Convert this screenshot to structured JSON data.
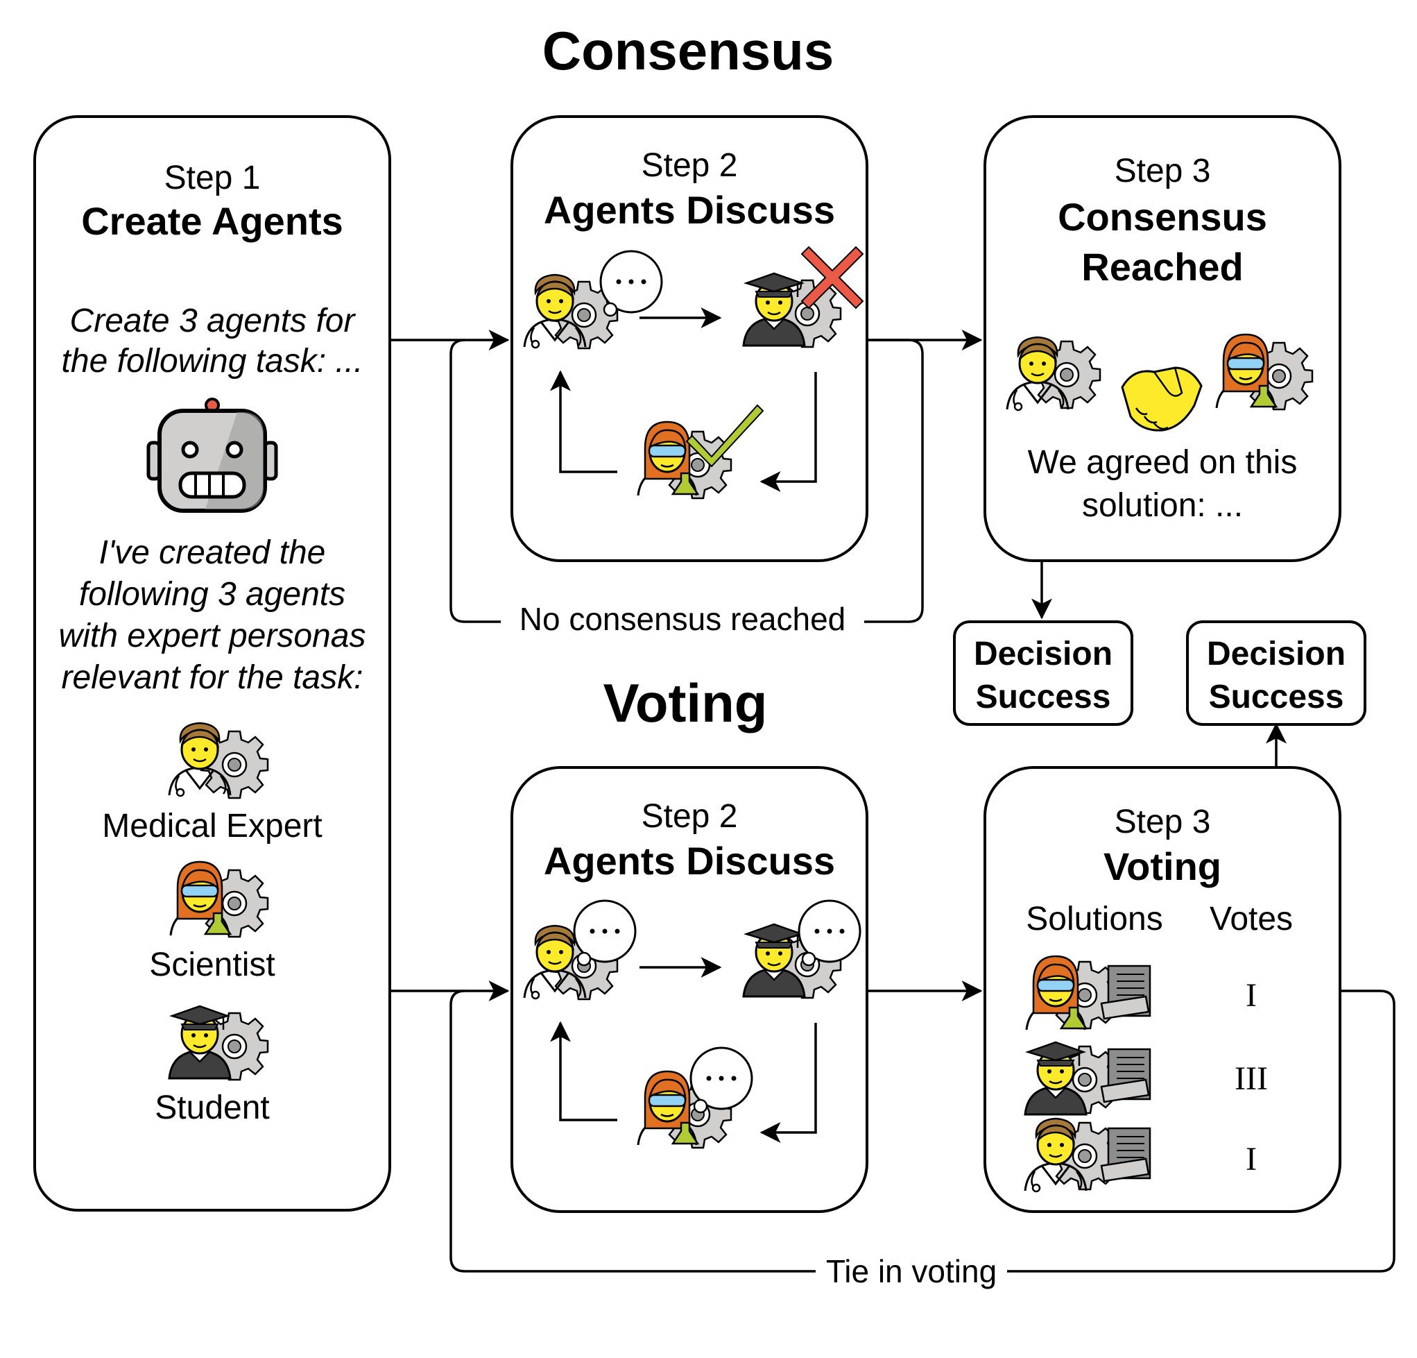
{
  "sections": {
    "consensus_title": "Consensus",
    "voting_title": "Voting"
  },
  "step1": {
    "step": "Step 1",
    "title": "Create Agents",
    "prompt_lines": [
      "Create 3 agents for",
      "the following task: ..."
    ],
    "response_lines": [
      "I've created the",
      "following 3 agents",
      "with expert personas",
      "relevant for the task:"
    ],
    "agents": [
      "Medical Expert",
      "Scientist",
      "Student"
    ]
  },
  "consensus": {
    "step2": {
      "step": "Step 2",
      "title": "Agents Discuss"
    },
    "step3": {
      "step": "Step 3",
      "title_lines": [
        "Consensus",
        "Reached"
      ],
      "text_lines": [
        "We agreed on this",
        "solution: ..."
      ]
    },
    "loop_label": "No consensus reached",
    "decision_lines": [
      "Decision",
      "Success"
    ]
  },
  "voting": {
    "step2": {
      "step": "Step 2",
      "title": "Agents Discuss"
    },
    "step3": {
      "step": "Step 3",
      "title": "Voting",
      "col_solutions": "Solutions",
      "col_votes": "Votes",
      "votes": [
        "I",
        "III",
        "I"
      ]
    },
    "loop_label": "Tie in voting",
    "decision_lines": [
      "Decision",
      "Success"
    ]
  },
  "colors": {
    "skin": "#FCEA2B",
    "hair_brown": "#A57939",
    "hair_orange": "#E27022",
    "gear": "#D0CFCE",
    "cross": "#EA5A47",
    "check": "#B1CC33",
    "flask": "#B1CC33",
    "goggles": "#92D3F5"
  }
}
